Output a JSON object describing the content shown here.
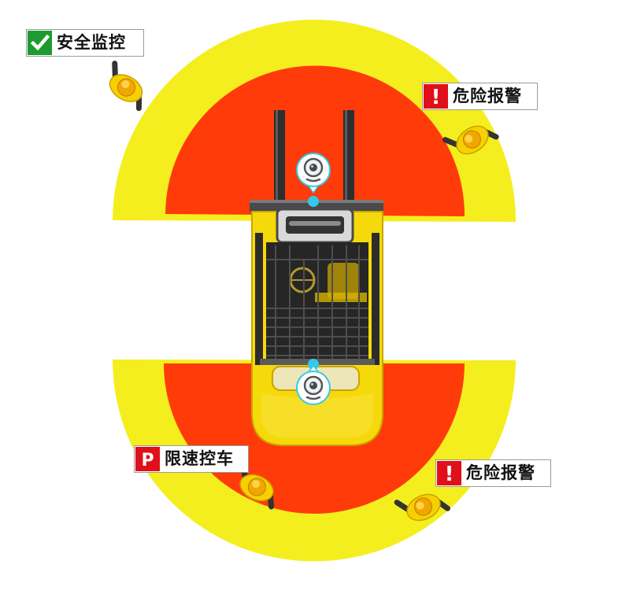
{
  "zones": {
    "warning_color": "#f4ee1e",
    "danger_color": "#ff3b0a"
  },
  "forklift": {
    "body_color": "#f5d90a",
    "fork_color": "#2e2e2e"
  },
  "camera": {
    "icon": "camera-icon",
    "accent_color": "#35c8e8"
  },
  "labels": {
    "safety_monitor": {
      "text": "安全监控",
      "icon": "check-icon",
      "color": "#1e9b2f"
    },
    "danger_alarm_top": {
      "text": "危险报警",
      "icon": "exclamation-icon",
      "glyph": "!",
      "color": "#e0101a"
    },
    "speed_limit": {
      "text": "限速控车",
      "icon": "parking-p-icon",
      "glyph": "P",
      "color": "#e0101a"
    },
    "danger_alarm_bottom": {
      "text": "危险报警",
      "icon": "exclamation-icon",
      "glyph": "!",
      "color": "#e0101a"
    }
  },
  "workers": {
    "icon": "worker-icon",
    "vest_color": "#f6d000",
    "helmet_color": "#f0a800"
  }
}
